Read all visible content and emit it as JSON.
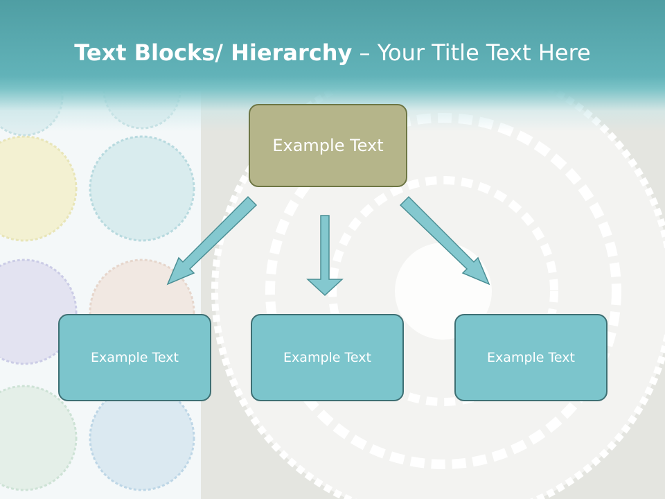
{
  "title": {
    "bold_part": "Text Blocks/ Hierarchy",
    "rest_part": " – Your Title Text Here"
  },
  "top_box": {
    "label": "Example Text"
  },
  "child_boxes": [
    {
      "label": "Example Text"
    },
    {
      "label": "Example Text"
    },
    {
      "label": "Example Text"
    }
  ],
  "colors": {
    "header_teal": "#5fb2b8",
    "top_box_fill": "#b5b58a",
    "top_box_border": "#6d7644",
    "child_box_fill": "#7cc5cc",
    "child_box_border": "#3d6f73",
    "arrow_fill": "#84c8cf",
    "arrow_stroke": "#4a8e94"
  }
}
